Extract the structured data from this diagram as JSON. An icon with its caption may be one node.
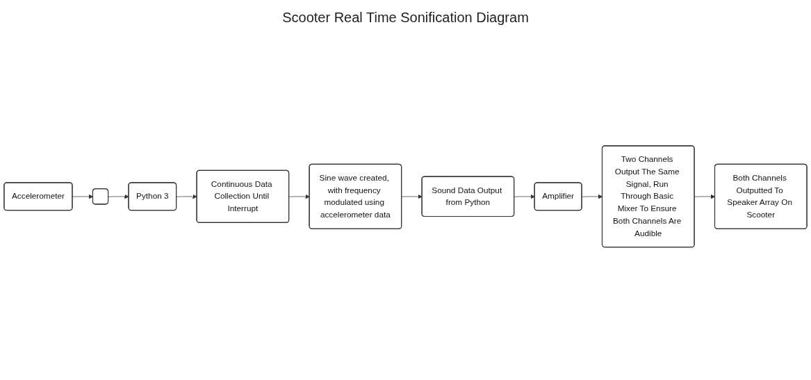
{
  "diagram": {
    "title": "Scooter Real Time Sonification Diagram",
    "nodes": [
      {
        "text": [
          "Accelerometer"
        ]
      },
      {
        "text": [],
        "shape": "box"
      },
      {
        "text": [
          "Python 3"
        ]
      },
      {
        "text": [
          "Continuous Data Collection Until Interrupt"
        ]
      },
      {
        "text": [
          "Sine wave created, with frequency modulated using accelerometer data"
        ]
      },
      {
        "text": [
          "Sound Data Output from Python"
        ]
      },
      {
        "text": [
          "Amplifier"
        ]
      },
      {
        "text": [
          "Two Channels Output The Same Signal, Run Through Basic Mixer To Ensure Both Channels Are Audible"
        ]
      },
      {
        "text": [
          "Both Channels Outputted To Speaker Array On Scooter"
        ]
      }
    ],
    "edges": [
      {
        "from": 0,
        "to": 1,
        "arrow": "to"
      },
      {
        "from": 1,
        "to": 2,
        "arrow": "to"
      },
      {
        "from": 2,
        "to": 3,
        "arrow": "to"
      },
      {
        "from": 3,
        "to": 4,
        "arrow": "to"
      },
      {
        "from": 4,
        "to": 5,
        "arrow": "to"
      },
      {
        "from": 5,
        "to": 6,
        "arrow": "to"
      },
      {
        "from": 6,
        "to": 7,
        "arrow": "to"
      },
      {
        "from": 7,
        "to": 8,
        "arrow": "to"
      }
    ]
  }
}
